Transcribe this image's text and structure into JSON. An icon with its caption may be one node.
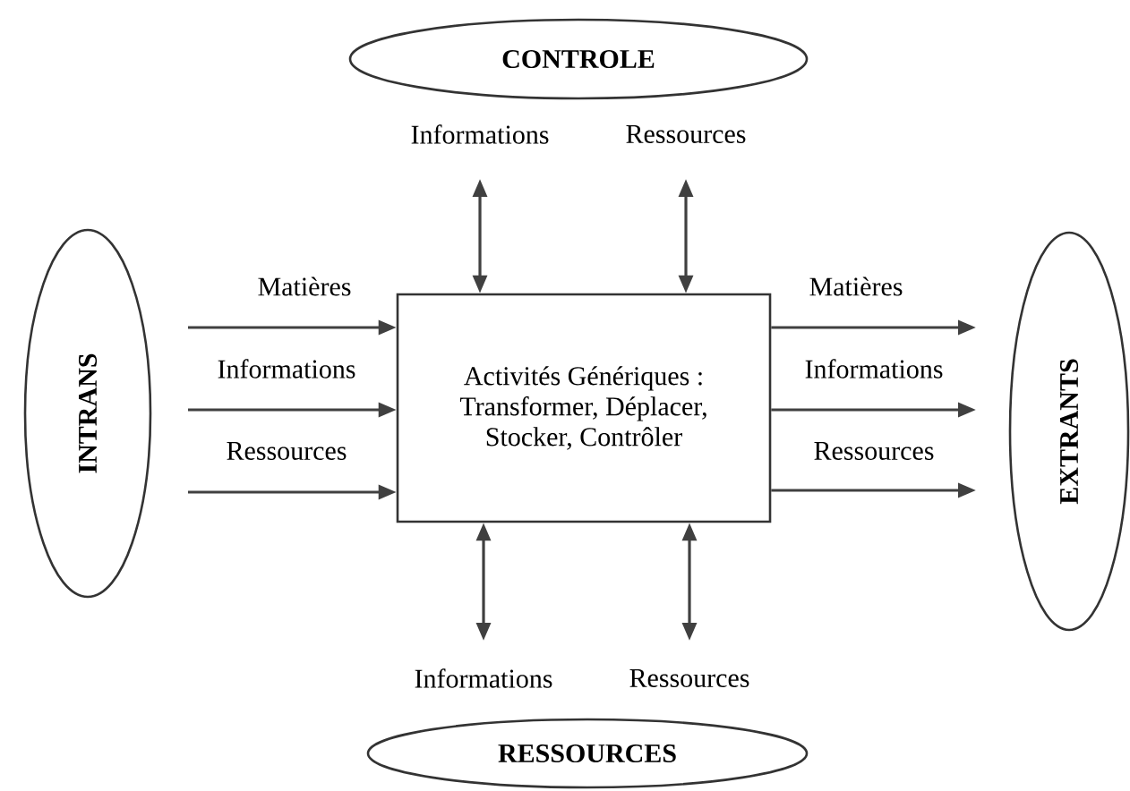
{
  "diagram": {
    "nodes": [
      {
        "text": [
          "CONTROLE"
        ]
      },
      {
        "text": [
          "INTRANS"
        ]
      },
      {
        "text": [
          "Activités Génériques : Transformer, Déplacer, Stocker, Contrôler"
        ]
      },
      {
        "text": [
          "EXTRANTS"
        ]
      },
      {
        "text": [
          "RESSOURCES"
        ]
      }
    ],
    "edges": [
      {
        "from": null,
        "to": 2,
        "arrow": "to",
        "label": "Matières"
      },
      {
        "from": null,
        "to": 2,
        "arrow": "to",
        "label": "Informations"
      },
      {
        "from": null,
        "to": 2,
        "arrow": "to",
        "label": "Ressources"
      },
      {
        "from": 2,
        "to": null,
        "arrow": "to",
        "label": "Matières"
      },
      {
        "from": 2,
        "to": null,
        "arrow": "to",
        "label": "Informations"
      },
      {
        "from": 2,
        "to": null,
        "arrow": "to",
        "label": "Ressources"
      },
      {
        "from": 2,
        "to": null,
        "arrow": "both",
        "label": "Informations"
      },
      {
        "from": 2,
        "to": null,
        "arrow": "both",
        "label": "Ressources"
      },
      {
        "from": 2,
        "to": null,
        "arrow": "both",
        "label": "Informations"
      },
      {
        "from": 2,
        "to": null,
        "arrow": "both",
        "label": "Ressources"
      }
    ]
  }
}
